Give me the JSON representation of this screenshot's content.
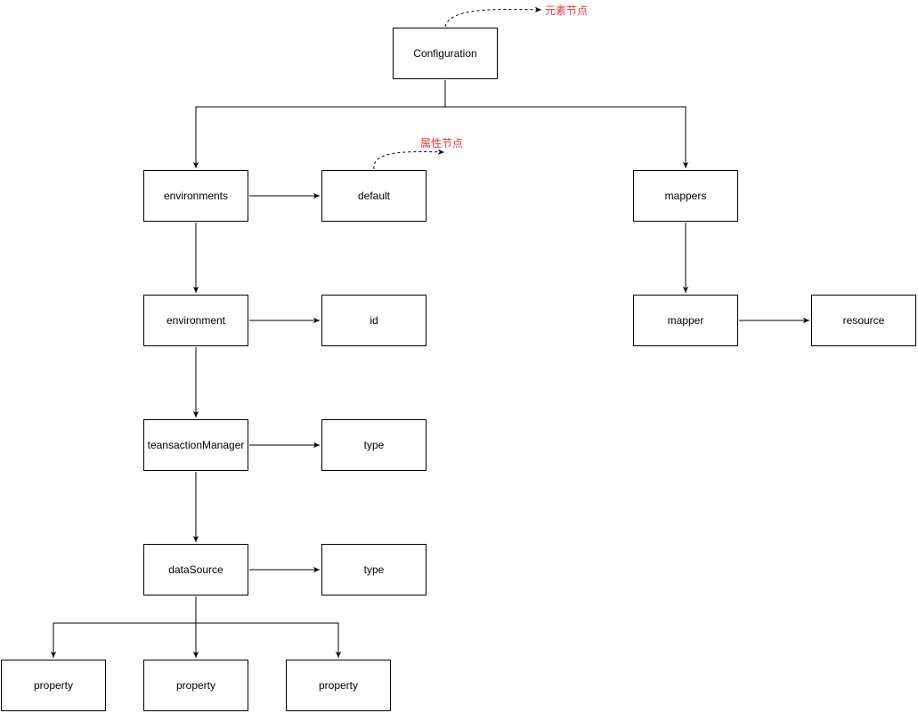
{
  "nodes": {
    "configuration": "Configuration",
    "environments": "environments",
    "default": "default",
    "mappers": "mappers",
    "environment": "environment",
    "id": "id",
    "mapper": "mapper",
    "resource": "resource",
    "transaction_manager": "teansactionManager",
    "tm_type": "type",
    "data_source": "dataSource",
    "ds_type": "type",
    "property_1": "property",
    "property_2": "property",
    "property_3": "property"
  },
  "notes": {
    "element_node": "元素节点",
    "attribute_node": "属性节点"
  }
}
